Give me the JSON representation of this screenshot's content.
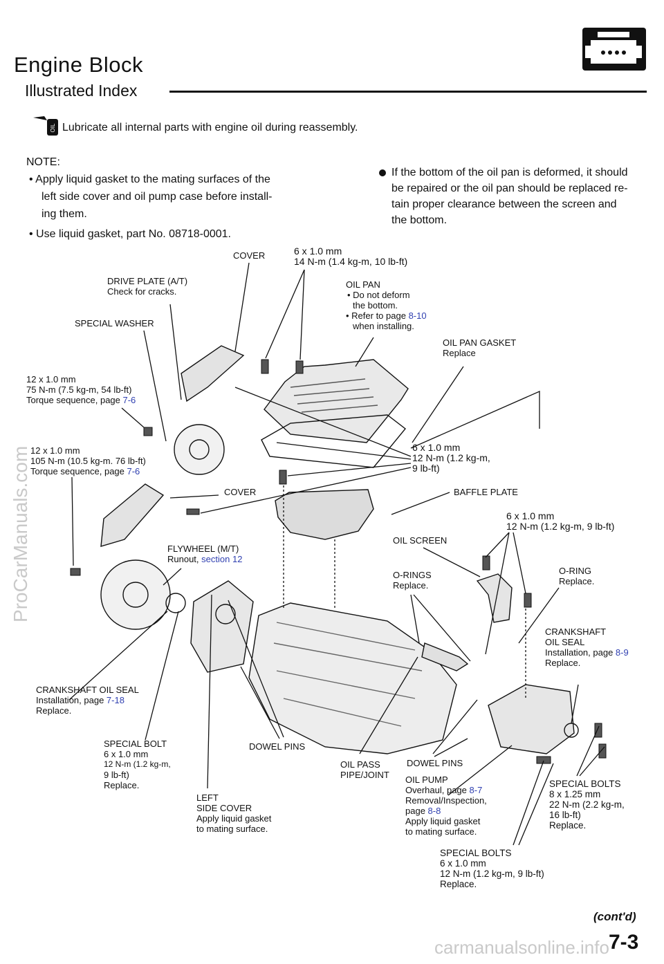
{
  "header": {
    "title": "Engine Block",
    "subtitle": "Illustrated Index"
  },
  "lube_note": {
    "icon_text": "OIL",
    "text": "Lubricate all internal parts with engine oil during reassembly."
  },
  "note": {
    "heading": "NOTE:",
    "item1_l1": "• Apply liquid gasket to the mating surfaces of the",
    "item1_l2": "left side cover and oil pump case before install-",
    "item1_l3": "ing them.",
    "item2": "• Use liquid gasket, part No. 08718-0001."
  },
  "oil_pan_note": {
    "l1": "If the bottom of the oil pan is deformed, it should",
    "l2": "be repaired or the oil pan should be replaced re-",
    "l3": "tain proper clearance between the screen and",
    "l4": "the bottom."
  },
  "labels": {
    "cover_top": "COVER",
    "bolt_6x1_14": {
      "l1": "6 x 1.0 mm",
      "l2": "14 N-m (1.4 kg-m, 10 lb-ft)"
    },
    "drive_plate": {
      "l1": "DRIVE PLATE (A/T)",
      "l2": "Check for cracks."
    },
    "oil_pan": {
      "l1": "OIL PAN",
      "l2": "• Do not deform",
      "l3": "the bottom.",
      "l4a": "• Refer to page ",
      "l4b": "8-10",
      "l5": "when installing."
    },
    "special_washer": "SPECIAL WASHER",
    "oil_pan_gasket": {
      "l1": "OIL PAN GASKET",
      "l2": "Replace"
    },
    "bolt_12x1_75": {
      "l1": "12 x 1.0 mm",
      "l2": "75 N-m (7.5 kg-m, 54 lb-ft)",
      "l3a": "Torque sequence, page ",
      "l3b": "7-6"
    },
    "bolt_12x1_105": {
      "l1": "12 x 1.0 mm",
      "l2": "105 N-m (10.5 kg-m. 76 lb-ft)",
      "l3a": "Torque sequence, page ",
      "l3b": "7-6"
    },
    "bolt_6x1_12a": {
      "l1": "6 x 1.0 mm",
      "l2": "12 N-m (1.2 kg-m,",
      "l3": "9 lb-ft)"
    },
    "cover_mid": "COVER",
    "baffle_plate": "BAFFLE PLATE",
    "bolt_6x1_12b": {
      "l1": "6 x 1.0 mm",
      "l2": "12 N-m (1.2 kg-m, 9 lb-ft)"
    },
    "flywheel": {
      "l1": "FLYWHEEL (M/T)",
      "l2a": "Runout, ",
      "l2b": "section 12"
    },
    "oil_screen": "OIL SCREEN",
    "o_rings": {
      "l1": "O-RINGS",
      "l2": "Replace."
    },
    "o_ring": {
      "l1": "O-RING",
      "l2": "Replace."
    },
    "crank_seal_right": {
      "l1": "CRANKSHAFT",
      "l2": "OIL SEAL",
      "l3a": "Installation, page ",
      "l3b": "8-9",
      "l4": "Replace."
    },
    "crank_seal_left": {
      "l1": "CRANKSHAFT OIL SEAL",
      "l2a": "Installation, page ",
      "l2b": "7-18",
      "l3": "Replace."
    },
    "special_bolt": {
      "l1": "SPECIAL BOLT",
      "l2": "6 x 1.0 mm",
      "l3": "12 N-m (1.2 kg-m,",
      "l4": "9 lb-ft)",
      "l5": "Replace."
    },
    "dowel_pins_left": "DOWEL PINS",
    "oil_pass": {
      "l1": "OIL PASS",
      "l2": "PIPE/JOINT"
    },
    "dowel_pins_right": "DOWEL PINS",
    "oil_pump": {
      "l1": "OIL PUMP",
      "l2a": "Overhaul, page ",
      "l2b": "8-7",
      "l3": "Removal/Inspection,",
      "l4a": "page ",
      "l4b": "8-8",
      "l5": "Apply liquid gasket",
      "l6": "to mating surface."
    },
    "left_side_cover": {
      "l1": "LEFT",
      "l2": "SIDE COVER",
      "l3": "Apply liquid gasket",
      "l4": "to mating surface."
    },
    "special_bolts_8": {
      "l1": "SPECIAL BOLTS",
      "l2": "8 x 1.25 mm",
      "l3": "22 N-m (2.2 kg-m,",
      "l4": "16 lb-ft)",
      "l5": "Replace."
    },
    "special_bolts_6": {
      "l1": "SPECIAL BOLTS",
      "l2": "6 x 1.0 mm",
      "l3": "12 N-m (1.2 kg-m, 9 lb-ft)",
      "l4": "Replace."
    }
  },
  "footer": {
    "contd": "(cont'd)",
    "page": "7-3",
    "watermark_side": "ProCarManuals.com",
    "watermark_bottom": "carmanualsonline.info"
  },
  "colors": {
    "link": "#2f3fb0"
  }
}
